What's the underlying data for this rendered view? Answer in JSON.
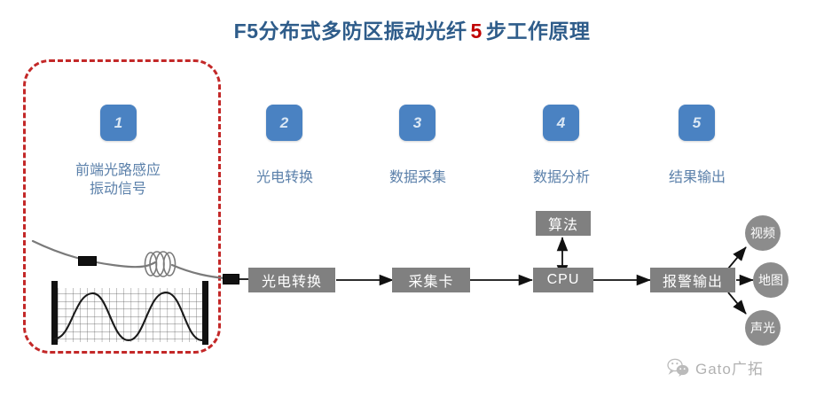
{
  "title": {
    "prefix": "F5分布式多防区振动光纤",
    "highlight": "5",
    "suffix": "步工作原理"
  },
  "steps": [
    {
      "number": "1",
      "label_line1": "前端光路感应",
      "label_line2": "振动信号"
    },
    {
      "number": "2",
      "label_line1": "光电转换",
      "label_line2": ""
    },
    {
      "number": "3",
      "label_line1": "数据采集",
      "label_line2": ""
    },
    {
      "number": "4",
      "label_line1": "数据分析",
      "label_line2": ""
    },
    {
      "number": "5",
      "label_line1": "结果输出",
      "label_line2": ""
    }
  ],
  "flow": {
    "boxes": [
      {
        "id": "optical-conversion",
        "label": "光电转换"
      },
      {
        "id": "acquisition-card",
        "label": "采集卡"
      },
      {
        "id": "cpu",
        "label": "CPU"
      },
      {
        "id": "algorithm",
        "label": "算法"
      },
      {
        "id": "alarm-output",
        "label": "报警输出"
      }
    ],
    "outputs": [
      {
        "id": "video",
        "label": "视频"
      },
      {
        "id": "map",
        "label": "地图"
      },
      {
        "id": "sound-light",
        "label": "声光"
      }
    ]
  },
  "colors": {
    "title_blue": "#2e5c8a",
    "title_red": "#c00000",
    "step_box_blue": "#4a82c2",
    "step_label_blue": "#5b80aa",
    "process_gray": "#808080",
    "circle_gray": "#8c8c8c",
    "dashed_red": "#c32828"
  },
  "watermark": {
    "text": "Gato广拓",
    "icon": "wechat-icon"
  }
}
